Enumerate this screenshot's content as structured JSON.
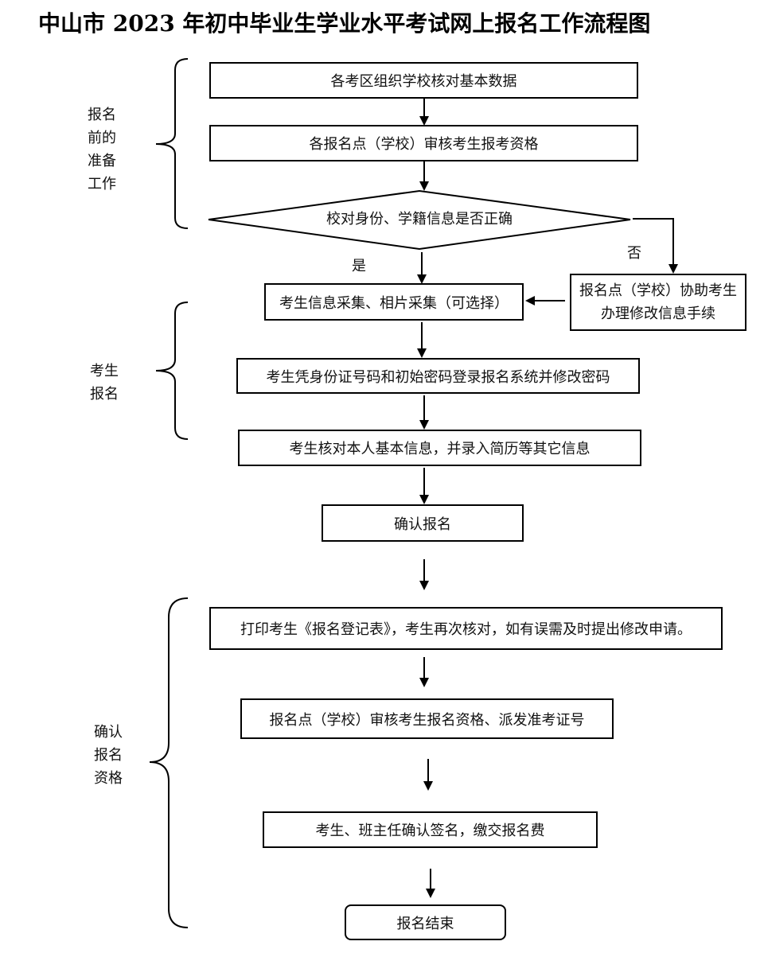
{
  "title": "中山市 2023 年初中毕业生学业水平考试网上报名工作流程图",
  "sections": [
    {
      "lines": [
        "报名",
        "前的",
        "准备",
        "工作"
      ]
    },
    {
      "lines": [
        "考生",
        "报名"
      ]
    },
    {
      "lines": [
        "确认",
        "报名",
        "资格"
      ]
    }
  ],
  "steps": {
    "verify_basic_data": "各考区组织学校核对基本数据",
    "review_qualification": "各报名点（学校）审核考生报考资格",
    "check_identity": "校对身份、学籍信息是否正确",
    "collect_info_photo": "考生信息采集、相片采集（可选择）",
    "assist_modify": "报名点（学校）协助考生办理修改信息手续",
    "login_system": "考生凭身份证号码和初始密码登录报名系统并修改密码",
    "verify_personal_info": "考生核对本人基本信息，并录入简历等其它信息",
    "confirm_registration": "确认报名",
    "print_form": "打印考生《报名登记表》，考生再次核对，如有误需及时提出修改申请。",
    "issue_admission": "报名点（学校）审核考生报名资格、派发准考证号",
    "sign_and_pay": "考生、班主任确认签名，缴交报名费",
    "end": "报名结束"
  },
  "branch_labels": {
    "yes": "是",
    "no": "否"
  }
}
